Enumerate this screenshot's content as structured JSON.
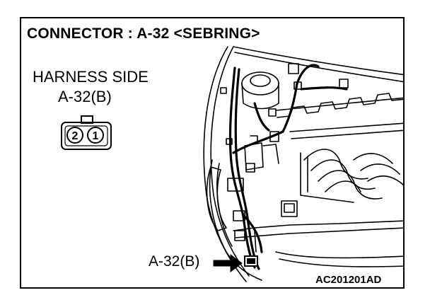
{
  "title": "CONNECTOR : A-32 <SEBRING>",
  "harness_side": {
    "line1": "HARNESS SIDE",
    "line2": "A-32(B)",
    "pins": [
      "2",
      "1"
    ]
  },
  "callout_label": "A-32(B)",
  "figure_code": "AC201201AD",
  "colors": {
    "line": "#000000",
    "background": "#ffffff"
  }
}
